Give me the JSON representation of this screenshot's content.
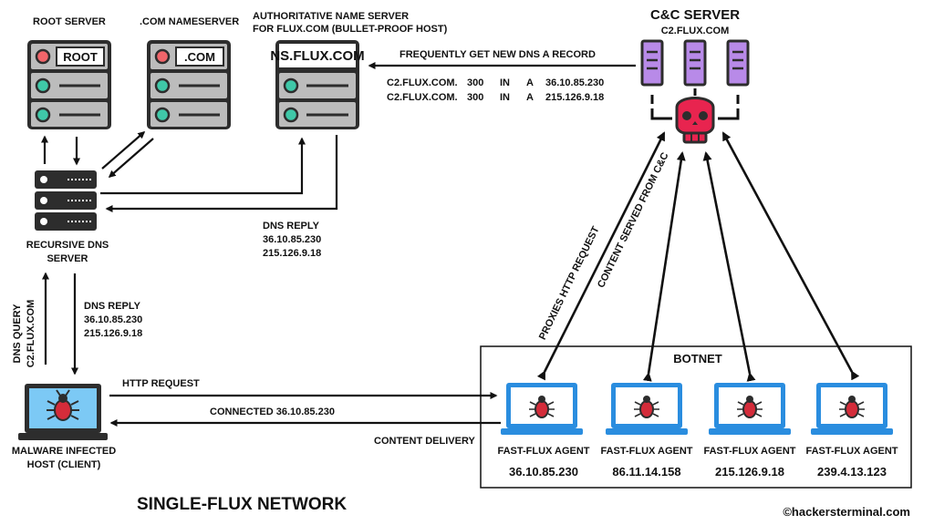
{
  "servers": {
    "root": {
      "title": "ROOT SERVER",
      "label": "ROOT"
    },
    "com": {
      "title": ".COM NAMESERVER",
      "label": ".COM"
    },
    "auth": {
      "title_line1": "AUTHORITATIVE NAME SERVER",
      "title_line2": "FOR FLUX.COM (BULLET-PROOF HOST)",
      "label": "NS.FLUX.COM"
    },
    "cc": {
      "title": "C&C SERVER",
      "subtitle": "C2.FLUX.COM"
    },
    "recursive": {
      "line1": "RECURSIVE DNS",
      "line2": "SERVER"
    }
  },
  "dns_update": {
    "label": "FREQUENTLY GET NEW DNS A RECORD",
    "records": [
      {
        "name": "C2.FLUX.COM.",
        "ttl": "300",
        "class": "IN",
        "type": "A",
        "ip": "36.10.85.230"
      },
      {
        "name": "C2.FLUX.COM.",
        "ttl": "300",
        "class": "IN",
        "type": "A",
        "ip": "215.126.9.18"
      }
    ]
  },
  "dns_reply_auth": {
    "label": "DNS REPLY",
    "ips": [
      "36.10.85.230",
      "215.126.9.18"
    ]
  },
  "dns_reply_client": {
    "label": "DNS REPLY",
    "ips": [
      "36.10.85.230",
      "215.126.9.18"
    ]
  },
  "dns_query": {
    "line1": "DNS QUERY",
    "line2": "C2.FLUX.COM"
  },
  "client": {
    "line1": "MALWARE INFECTED",
    "line2": "HOST (CLIENT)"
  },
  "flows": {
    "http_request": "HTTP REQUEST",
    "connected": "CONNECTED  36.10.85.230",
    "content_delivery": "CONTENT DELIVERY",
    "proxies": "PROXIES HTTP REQUEST",
    "served": "CONTENT SERVED FROM C&C"
  },
  "botnet": {
    "title": "BOTNET",
    "agents": [
      {
        "label": "FAST-FLUX AGENT",
        "ip": "36.10.85.230"
      },
      {
        "label": "FAST-FLUX AGENT",
        "ip": "86.11.14.158"
      },
      {
        "label": "FAST-FLUX AGENT",
        "ip": "215.126.9.18"
      },
      {
        "label": "FAST-FLUX AGENT",
        "ip": "239.4.13.123"
      }
    ]
  },
  "footer": {
    "title": "SINGLE-FLUX NETWORK",
    "credit": "©hackersterminal.com"
  },
  "colors": {
    "server_body": "#bcbcbc",
    "server_dark": "#2d2d2d",
    "led_red": "#f0656a",
    "led_teal": "#3fc8a8",
    "cc_purple": "#b88ae8",
    "skull": "#e8244f",
    "laptop_blue": "#2a8ddf",
    "screen_blue": "#7cc9f5",
    "bug_red": "#d42c3a"
  }
}
